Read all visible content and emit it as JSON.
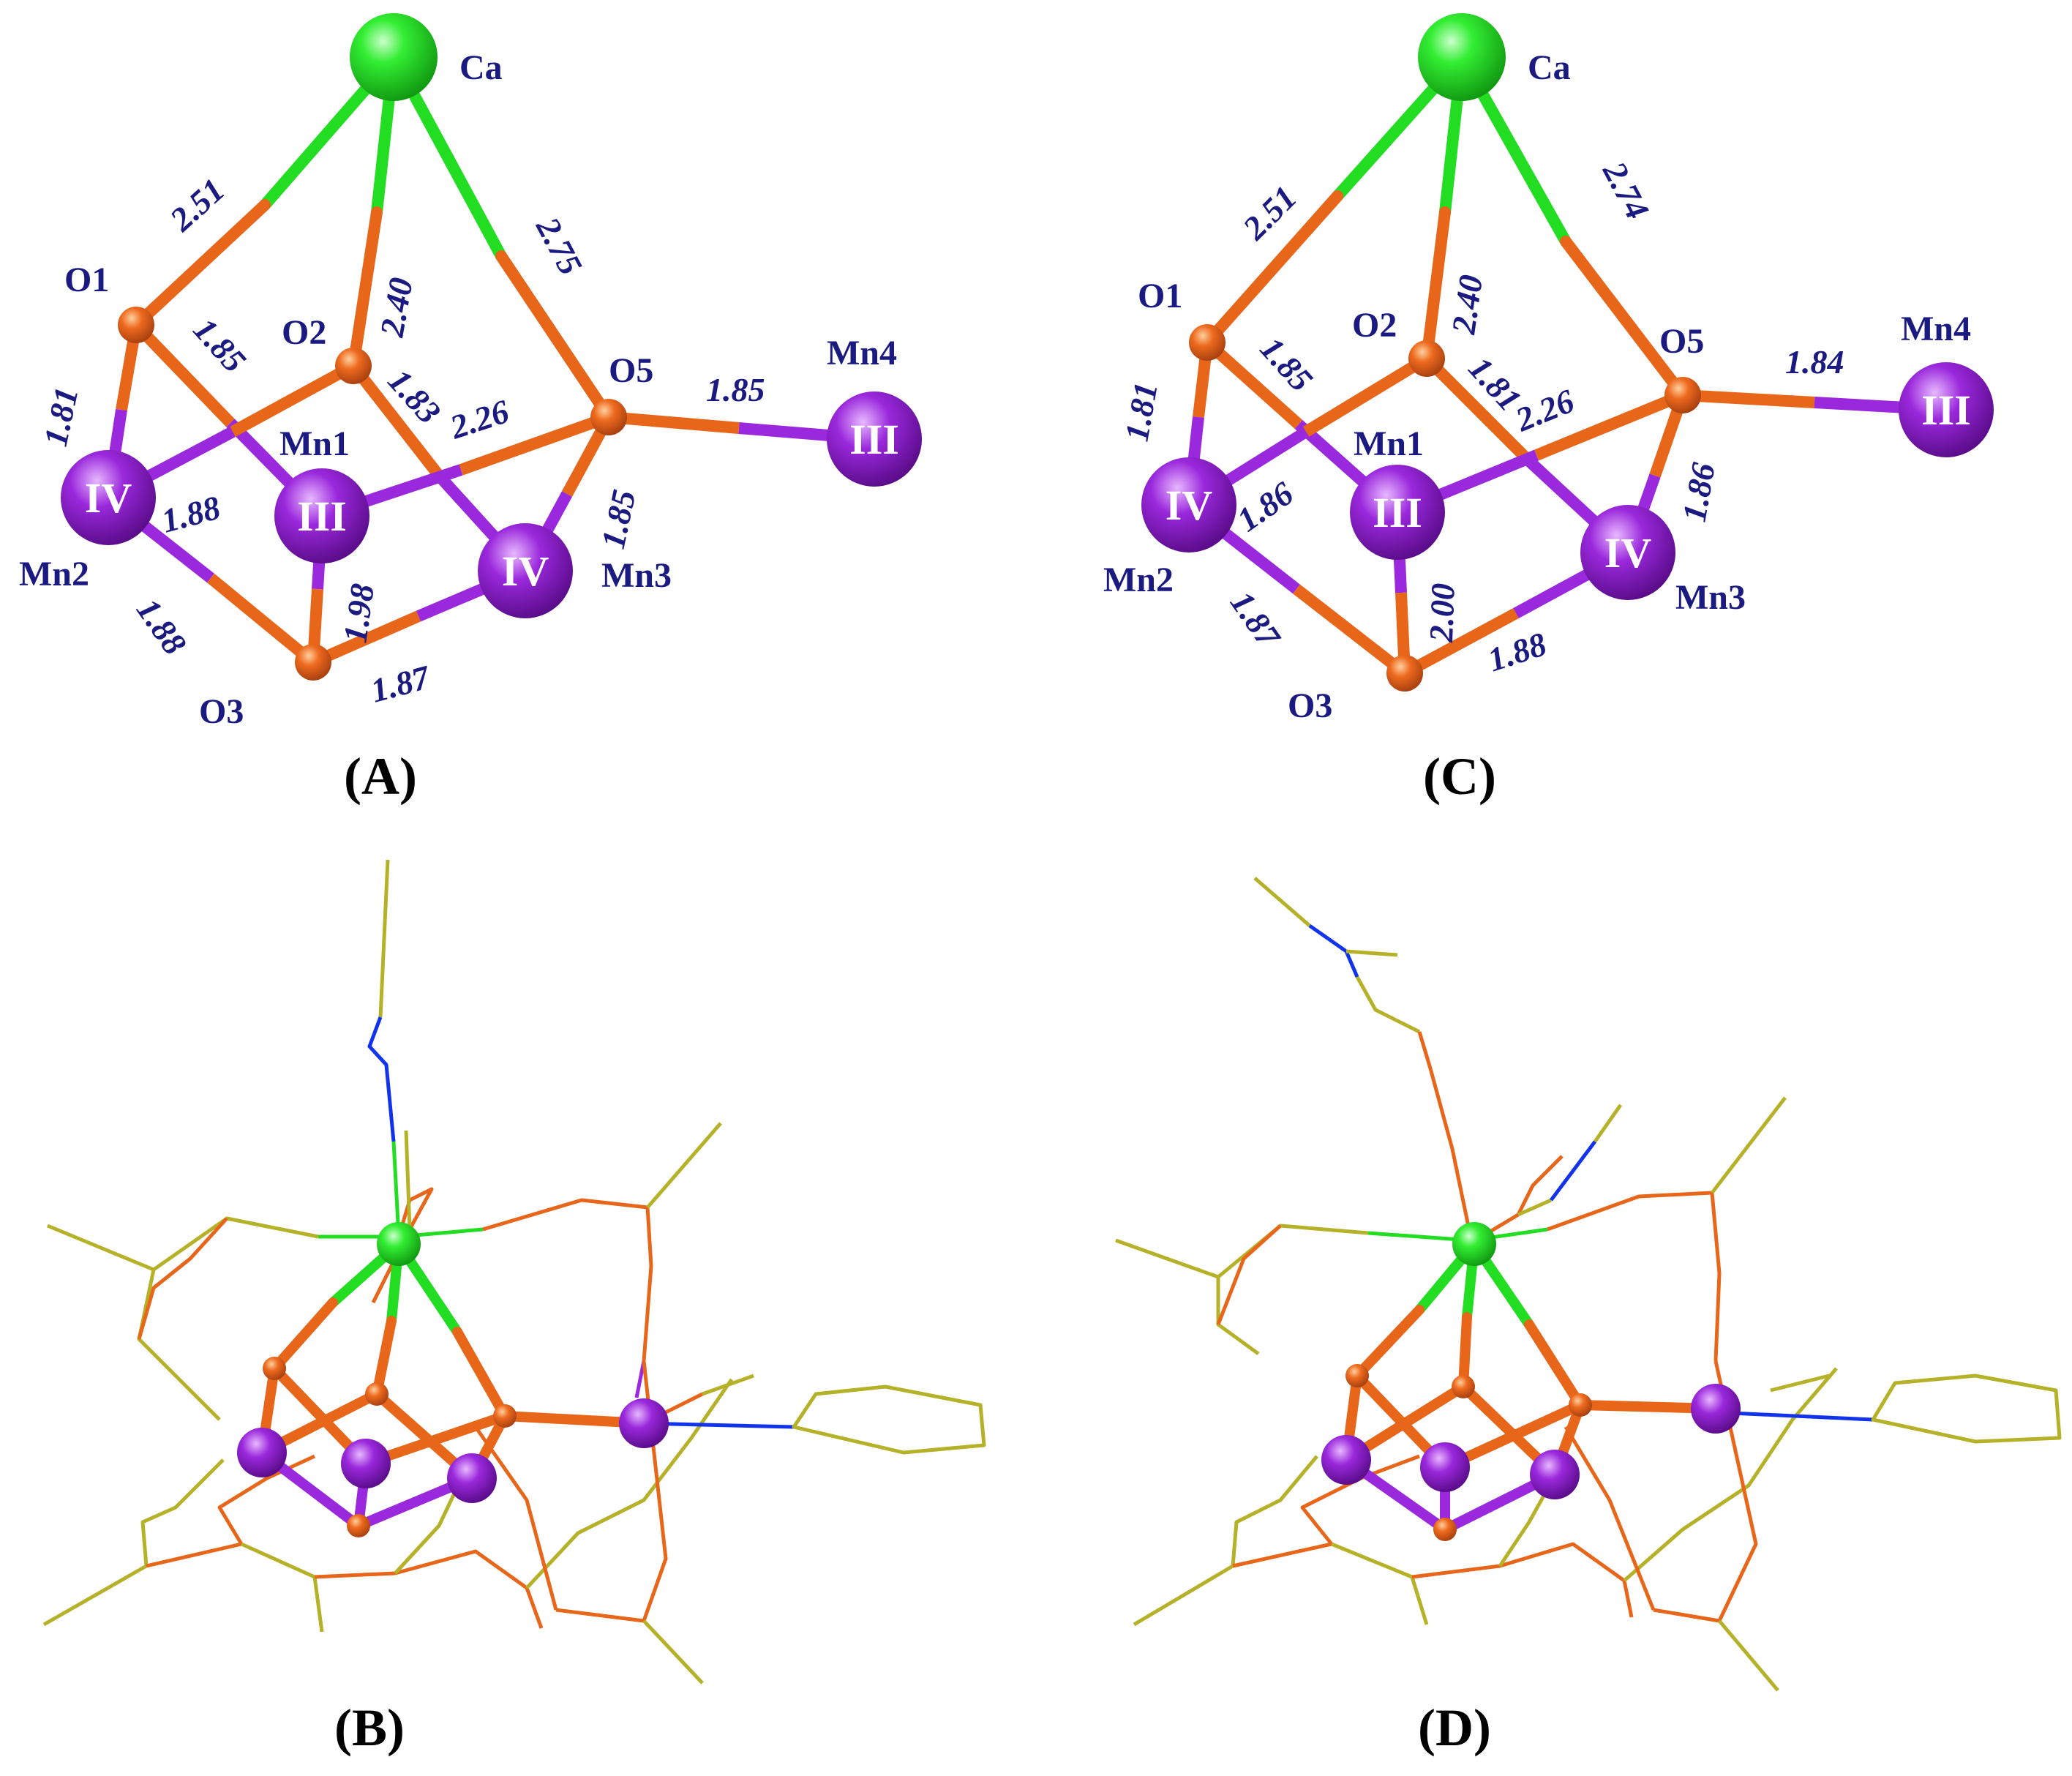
{
  "colors": {
    "calcium": "#22dd22",
    "oxygen": "#e8661a",
    "manganese": "#9a28dc",
    "carbon": "#b5b22a",
    "nitrogen": "#1133ee",
    "labels": "#1a1a80"
  },
  "panels": {
    "A": {
      "label": "(A)",
      "atoms": {
        "ca": "Ca",
        "o1": "O1",
        "o2": "O2",
        "o3": "O3",
        "o5": "O5",
        "mn1": "Mn1",
        "mn2": "Mn2",
        "mn3": "Mn3",
        "mn4": "Mn4"
      },
      "oxidation": {
        "mn1": "III",
        "mn2": "IV",
        "mn3": "IV",
        "mn4": "III"
      },
      "distances": {
        "ca_o1": "2.51",
        "ca_o2": "2.40",
        "ca_o5": "2.75",
        "o1_mn2": "1.81",
        "o1_mn1": "1.85",
        "o2_mn3": "1.83",
        "o5_mn2": "2.26",
        "o5_mn4": "1.85",
        "o5_mn3": "1.85",
        "o2_mn2": "1.88",
        "mn2_o3": "1.88",
        "mn1_o3": "1.98",
        "o3_mn3": "1.87"
      }
    },
    "C": {
      "label": "(C)",
      "atoms": {
        "ca": "Ca",
        "o1": "O1",
        "o2": "O2",
        "o3": "O3",
        "o5": "O5",
        "mn1": "Mn1",
        "mn2": "Mn2",
        "mn3": "Mn3",
        "mn4": "Mn4"
      },
      "oxidation": {
        "mn1": "III",
        "mn2": "IV",
        "mn3": "IV",
        "mn4": "III"
      },
      "distances": {
        "ca_o1": "2.51",
        "ca_o2": "2.40",
        "ca_o5": "2.74",
        "o1_mn2": "1.81",
        "o1_mn1": "1.85",
        "o2_mn3": "1.81",
        "o5_mn2": "2.26",
        "o5_mn4": "1.84",
        "o5_mn3": "1.86",
        "o2_mn2": "1.86",
        "mn2_o3": "1.87",
        "mn1_o3": "2.00",
        "o3_mn3": "1.88"
      }
    },
    "B": {
      "label": "(B)"
    },
    "D": {
      "label": "(D)"
    }
  }
}
